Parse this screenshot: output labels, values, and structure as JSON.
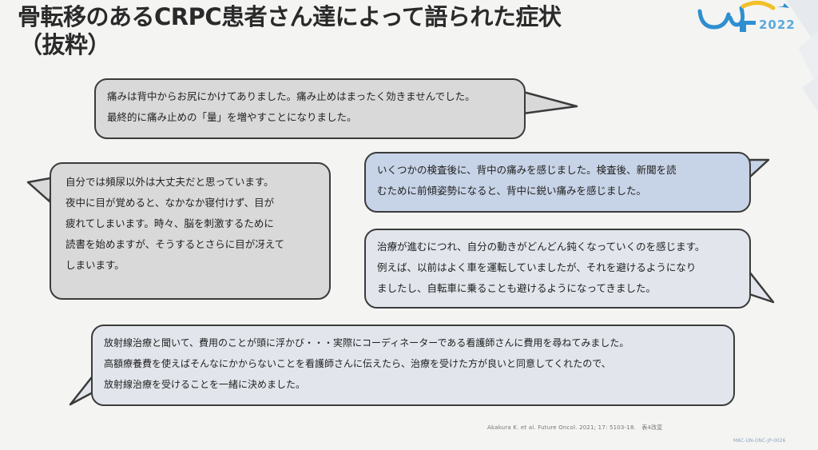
{
  "slide": {
    "title_line1": "骨転移のあるCRPC患者さん達によって語られた症状",
    "title_line2": "（抜粋）",
    "logo_year": "2022",
    "bubbles": [
      {
        "lines": [
          "痛みは背中からお尻にかけてありました。痛み止めはまったく効きませんでした。",
          "最終的に痛み止めの「量」を増やすことになりました。"
        ]
      },
      {
        "lines": [
          "自分では頻尿以外は大丈夫だと思っています。",
          "夜中に目が覚めると、なかなか寝付けず、目が",
          "疲れてしまいます。時々、脳を刺激するために",
          "読書を始めますが、そうするとさらに目が冴えて",
          "しまいます。"
        ]
      },
      {
        "lines": [
          "いくつかの検査後に、背中の痛みを感じました。検査後、新聞を読",
          "むために前傾姿勢になると、背中に鋭い痛みを感じました。"
        ]
      },
      {
        "lines": [
          "治療が進むにつれ、自分の動きがどんどん鈍くなっていくのを感じます。",
          "例えば、以前はよく車を運転していましたが、それを避けるようになり",
          "ましたし、自転車に乗ることも避けるようになってきました。"
        ]
      },
      {
        "lines": [
          "放射線治療と聞いて、費用のことが頭に浮かび・・・実際にコーディネーターである看護師さんに費用を尋ねてみました。",
          "高額療養費を使えばそんなにかからないことを看護師さんに伝えたら、治療を受けた方が良いと同意してくれたので、",
          "放射線治療を受けることを一緒に決めました。"
        ]
      }
    ],
    "citation": "Akakura K. et al. Future Oncol. 2021; 17: 5103-18.　表4改変",
    "doc_code": "MAC-UN-ONC-JP-0026"
  },
  "colors": {
    "bubble_gray": "#d9d9d9",
    "bubble_blue": "#c7d3e6",
    "bubble_light": "#e2e6ec",
    "border": "#3b3b3b",
    "logo_blue": "#2e8fd0",
    "logo_yellow": "#f2c028"
  },
  "icons": {
    "logo": "conference-logo-icon"
  }
}
